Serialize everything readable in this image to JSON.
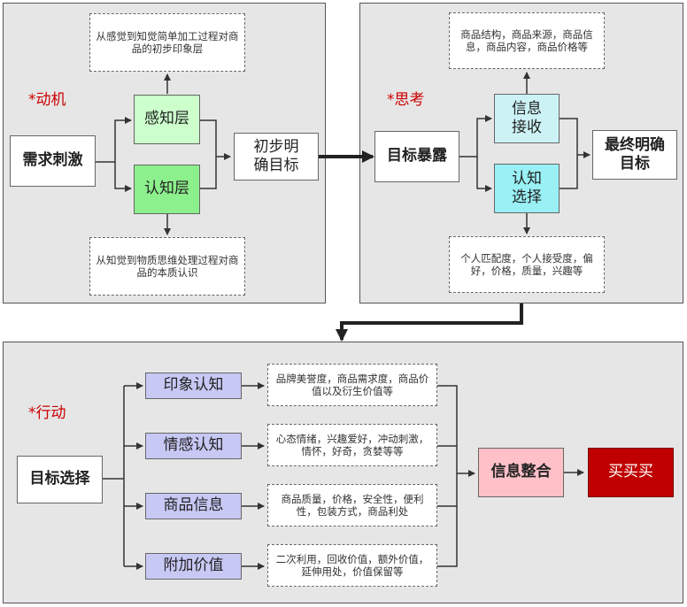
{
  "colors": {
    "red_label": "#cc0000",
    "green_light": "#ccffcc",
    "green_mid": "#8cf08c",
    "cyan_light": "#ccf2f5",
    "cyan_mid": "#99f0f5",
    "purple": "#c8c8f5",
    "pink": "#ffc0c8",
    "red": "#c00000"
  },
  "motive": {
    "label": "*动机",
    "demand": "需求刺激",
    "perception": "感知层",
    "cognition": "认知层",
    "target": "初步明确目标",
    "note_top": "从感觉到知觉简单加工过程对商品的初步印象层",
    "note_bottom": "从知觉到物质思维处理过程对商品的本质认识"
  },
  "thinking": {
    "label": "*思考",
    "exposure": "目标暴露",
    "info": "信息接收",
    "select": "认知选择",
    "final": "最终明确目标",
    "note_top": "商品结构，商品来源，商品信息，商品内容，商品价格等",
    "note_bottom": "个人匹配度，个人接受度，偏好，价格，质量，兴趣等"
  },
  "action": {
    "label": "*行动",
    "choose": "目标选择",
    "items": [
      {
        "name": "印象认知",
        "detail": "品牌美誉度，商品需求度，商品价值以及衍生价值等"
      },
      {
        "name": "情感认知",
        "detail": "心态情绪，兴趣爱好，冲动刺激，情怀，好奇，贪婪等等"
      },
      {
        "name": "商品信息",
        "detail": "商品质量，价格，安全性，便利性，包装方式，商品利处"
      },
      {
        "name": "附加价值",
        "detail": "二次利用，回收价值，额外价值，延伸用处，价值保留等"
      }
    ],
    "integrate": "信息整合",
    "buy": "买买买"
  }
}
